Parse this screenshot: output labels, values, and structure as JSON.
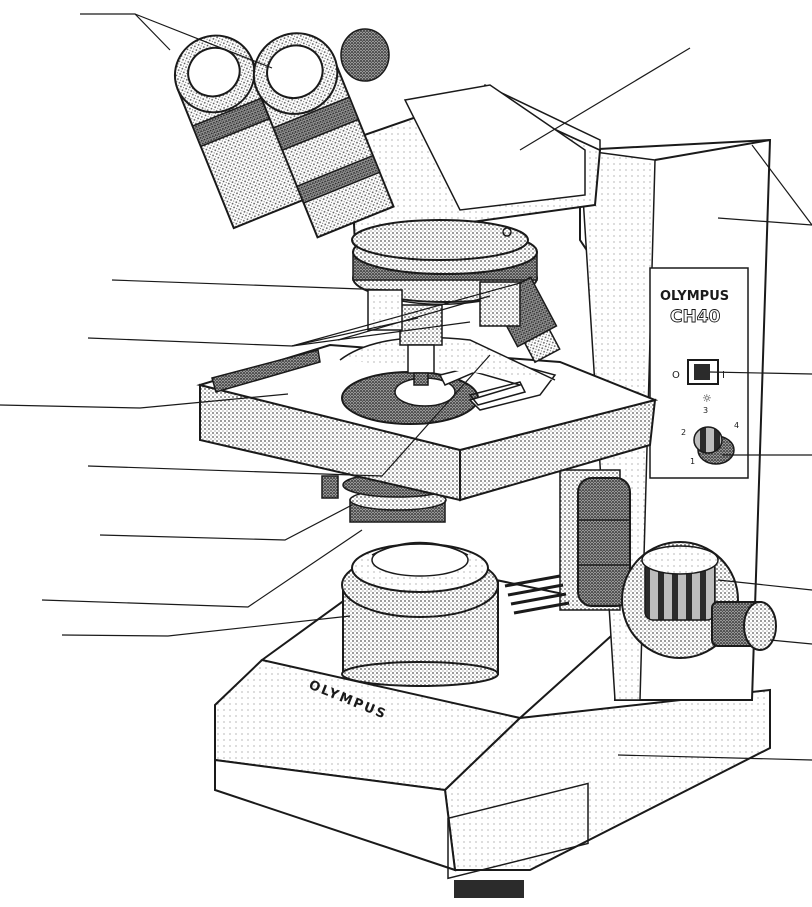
{
  "diagram": {
    "brand": "OLYMPUS",
    "model": "CH40",
    "base_brand": "OLYMPUS",
    "dial_numbers": [
      "1",
      "2",
      "3",
      "4"
    ],
    "switch_marks": [
      "O",
      "I"
    ],
    "colors": {
      "ink": "#1a1a1a",
      "paper": "#ffffff",
      "shade": "#7a7a7a",
      "dark": "#2b2b2b"
    },
    "leader_lines": [
      {
        "id": "eyepieces"
      },
      {
        "id": "binocular-head"
      },
      {
        "id": "arm"
      },
      {
        "id": "revolving-nosepiece"
      },
      {
        "id": "objectives"
      },
      {
        "id": "mechanical-stage"
      },
      {
        "id": "specimen-holder"
      },
      {
        "id": "condenser"
      },
      {
        "id": "aperture-diaphragm"
      },
      {
        "id": "field-lens"
      },
      {
        "id": "power-switch"
      },
      {
        "id": "light-intensity-knob"
      },
      {
        "id": "coarse-focus-knob"
      },
      {
        "id": "fine-focus-knob"
      },
      {
        "id": "base"
      }
    ]
  }
}
